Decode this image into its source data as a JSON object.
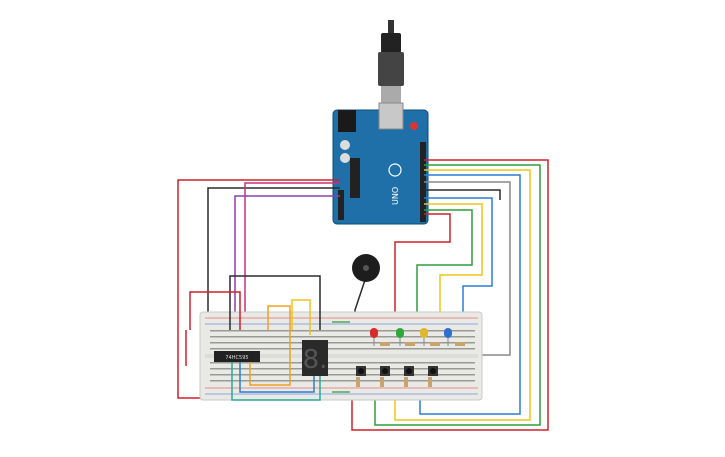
{
  "board": {
    "name_label": "UNO",
    "color": "#1f6fa8"
  },
  "ic": {
    "label": "74HC595"
  },
  "seven_segment": {
    "digit": "8."
  },
  "colors": {
    "wire_red": "#d0202a",
    "wire_black": "#2b2b2b",
    "wire_green": "#2e9e3a",
    "wire_yellow": "#f0c419",
    "wire_blue": "#2a7fd4",
    "wire_purple": "#8a3fb0",
    "wire_orange": "#f0a020",
    "wire_teal": "#2aa99a",
    "breadboard": "#e9e9e6",
    "led_red": "#d92a2a",
    "led_green": "#2ea83a",
    "led_yellow": "#e0b82a",
    "led_blue": "#2f6fd0"
  }
}
